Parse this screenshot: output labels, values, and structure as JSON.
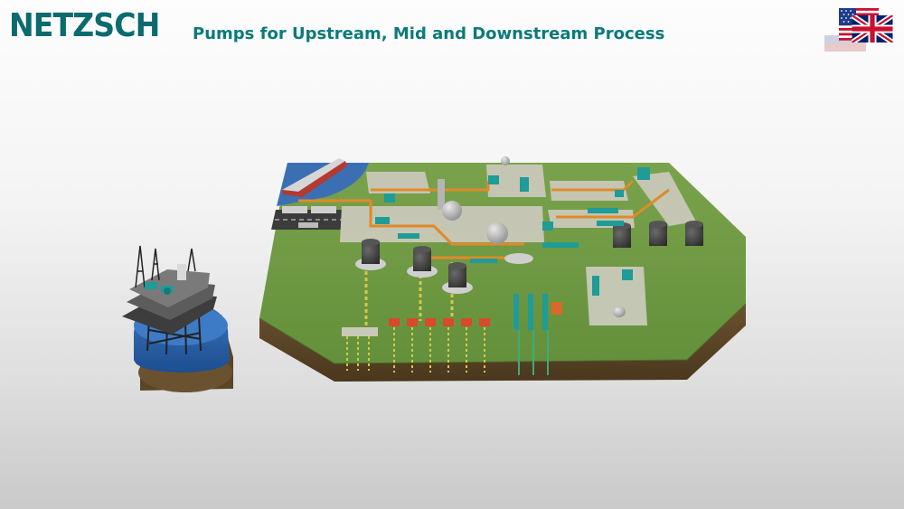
{
  "header": {
    "logo_text": "NETZSCH",
    "title": "Pumps for Upstream, Mid and Downstream Process"
  },
  "language_selector": {
    "options": [
      {
        "name": "us-flag-icon"
      },
      {
        "name": "uk-flag-icon"
      }
    ]
  },
  "colors": {
    "brand": "#0b6b6e",
    "title": "#0b7a7a",
    "grass": "#6f9a45",
    "soil": "#5b4527",
    "water": "#2f63a8",
    "pump": "#1f9b98",
    "pipe": "#e08a2a"
  },
  "scene": {
    "areas": [
      {
        "name": "offshore-platform"
      },
      {
        "name": "tanker-ship"
      },
      {
        "name": "truck-loading"
      },
      {
        "name": "refinery-area"
      },
      {
        "name": "tank-farm"
      },
      {
        "name": "wellheads"
      },
      {
        "name": "processing-station"
      }
    ]
  }
}
